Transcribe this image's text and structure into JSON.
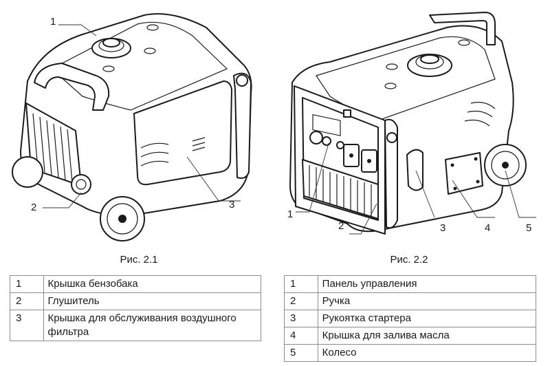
{
  "figure1": {
    "caption": "Рис. 2.1",
    "callouts": [
      "1",
      "2",
      "3"
    ]
  },
  "figure2": {
    "caption": "Рис. 2.2",
    "callouts": [
      "1",
      "2",
      "3",
      "4",
      "5"
    ]
  },
  "table1": {
    "rows": [
      {
        "num": "1",
        "text": "Крышка бензобака"
      },
      {
        "num": "2",
        "text": "Глушитель"
      },
      {
        "num": "3",
        "text": "Крышка для обслуживания воздушного фильтра"
      }
    ]
  },
  "table2": {
    "rows": [
      {
        "num": "1",
        "text": "Панель управления"
      },
      {
        "num": "2",
        "text": "Ручка"
      },
      {
        "num": "3",
        "text": "Рукоятка стартера"
      },
      {
        "num": "4",
        "text": "Крышка для залива масла"
      },
      {
        "num": "5",
        "text": "Колесо"
      }
    ]
  }
}
